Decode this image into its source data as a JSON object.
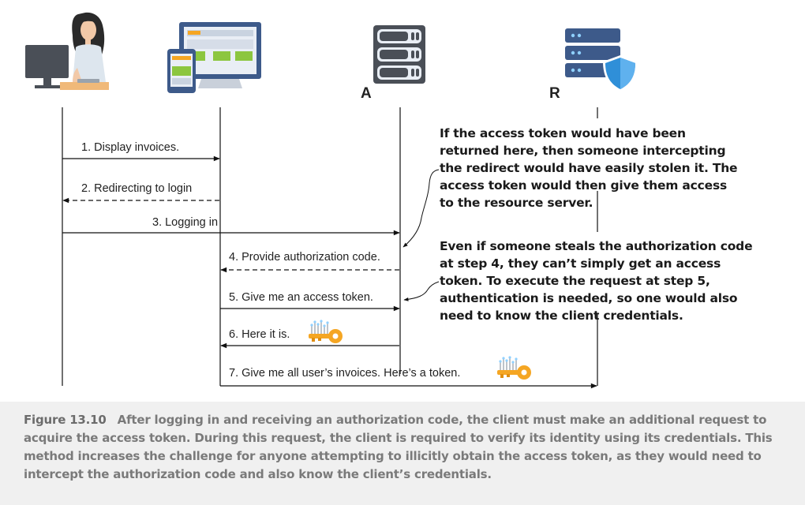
{
  "actors": [
    {
      "id": "user",
      "label": "",
      "icon": "user-at-desk-icon"
    },
    {
      "id": "client",
      "label": "",
      "icon": "web-app-devices-icon"
    },
    {
      "id": "auth-server",
      "label": "A",
      "icon": "server-rack-icon"
    },
    {
      "id": "resource-server",
      "label": "R",
      "icon": "secure-server-shield-icon"
    }
  ],
  "messages": [
    {
      "step": 1,
      "text": "1. Display invoices.",
      "from": "user",
      "to": "client",
      "style": "solid"
    },
    {
      "step": 2,
      "text": "2. Redirecting to login",
      "from": "client",
      "to": "user",
      "style": "dashed"
    },
    {
      "step": 3,
      "text": "3. Logging in",
      "from": "user",
      "to": "auth-server",
      "style": "solid"
    },
    {
      "step": 4,
      "text": "4. Provide authorization code.",
      "from": "auth-server",
      "to": "client",
      "style": "dashed"
    },
    {
      "step": 5,
      "text": "5. Give me an access token.",
      "from": "client",
      "to": "auth-server",
      "style": "solid"
    },
    {
      "step": 6,
      "text": "6. Here it is.",
      "from": "auth-server",
      "to": "client",
      "style": "solid",
      "icon": "key-icon"
    },
    {
      "step": 7,
      "text": "7. Give me all user’s invoices. Here’s a token.",
      "from": "client",
      "to": "resource-server",
      "style": "solid",
      "icon": "key-icon"
    }
  ],
  "notes": [
    {
      "text": "If the access token would have been returned here, then someone intercepting the redirect would have easily stolen it. The access token would then give them access to the resource server."
    },
    {
      "text": "Even if someone steals the authorization code at step 4, they can’t simply get an access token. To execute the request at  step 5, authentication is needed, so one would also need to know the client credentials."
    }
  ],
  "caption": {
    "figure": "Figure 13.10",
    "text": "After logging in and receiving an authorization code, the client must make an additional request to acquire the access token. During this request, the client is required to verify its identity using its credentials. This method increases the challenge for anyone attempting to illicitly obtain the access token, as they would need to intercept the authorization code and also know the client’s credentials."
  },
  "colors": {
    "line": "#111111",
    "caption_bg": "#f0f0f0",
    "caption_text": "#7a7a7a",
    "icon_gray": "#4a4f57",
    "icon_blue": "#3d5a8a",
    "shield_blue": "#2f8fd8",
    "key_orange": "#f5a623"
  }
}
